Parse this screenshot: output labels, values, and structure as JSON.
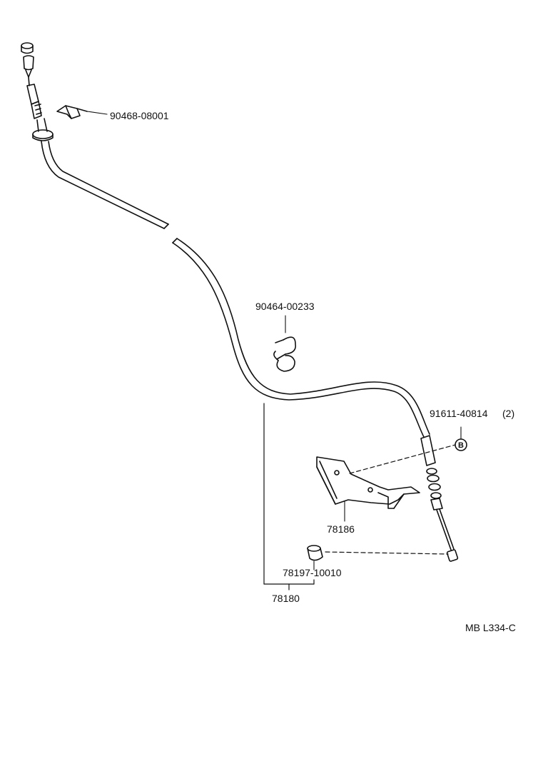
{
  "labels": {
    "clip": "90468-08001",
    "clamp": "90464-00233",
    "bolt": "91611-40814",
    "bolt_qty": "(2)",
    "bolt_callout": "B",
    "bracket": "78186",
    "cushion": "78197-10010",
    "cable_assy": "78180",
    "drawing_code": "MB L334-C"
  },
  "colors": {
    "ink": "#111111",
    "paper": "#ffffff"
  }
}
